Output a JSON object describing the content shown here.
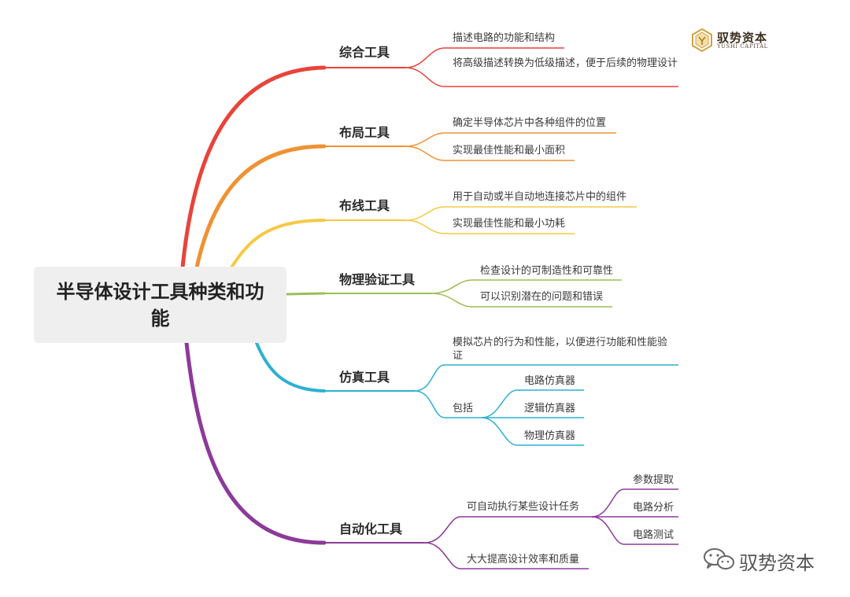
{
  "title": "半导体设计工具种类和功能",
  "colors": {
    "red": "#e8443a",
    "orange": "#ef9233",
    "yellow": "#f6c945",
    "green": "#9dbd55",
    "blue": "#2cb0d2",
    "purple": "#8c3a9a"
  },
  "branches": [
    {
      "name": "综合工具",
      "items": [
        "描述电路的功能和结构",
        "将高级描述转换为低级描述，便于后续的物理设计"
      ]
    },
    {
      "name": "布局工具",
      "items": [
        "确定半导体芯片中各种组件的位置",
        "实现最佳性能和最小面积"
      ]
    },
    {
      "name": "布线工具",
      "items": [
        "用于自动或半自动地连接芯片中的组件",
        "实现最佳性能和最小功耗"
      ]
    },
    {
      "name": "物理验证工具",
      "items": [
        "检查设计的可制造性和可靠性",
        "可以识别潜在的问题和错误"
      ]
    },
    {
      "name": "仿真工具",
      "items": [
        "模拟芯片的行为和性能，以便进行功能和性能验证",
        "包括"
      ],
      "include_items": [
        "电路仿真器",
        "逻辑仿真器",
        "物理仿真器"
      ]
    },
    {
      "name": "自动化工具",
      "items": [
        "可自动执行某些设计任务",
        "大大提高设计效率和质量"
      ],
      "task_items": [
        "参数提取",
        "电路分析",
        "电路测试"
      ]
    }
  ],
  "logo": {
    "name": "驭势资本",
    "subtitle": "YUSHI CAPITAL"
  },
  "watermark": {
    "icon": "wechat-icon",
    "text": "驭势资本"
  }
}
